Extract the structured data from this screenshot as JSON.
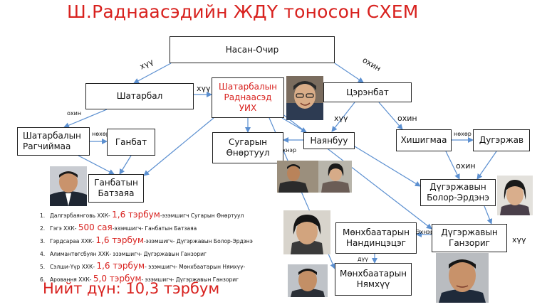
{
  "title": "Ш.Раднаасэдийн ЖДҮ тоносон СХЕМ",
  "nodes": {
    "nasan_ochir": "Насан-Очир",
    "shatarbal": "Шатарбал",
    "raadnaased": "Шатарбалын\nРаднаасэд\nУИХ",
    "tserenbat": "Цэрэнбат",
    "ragchimaa": "Шатарбалын\nРагчиймаа",
    "ganbat": "Ганбат",
    "batzaya": "Ганбатын\nБатзаяа",
    "ununtuul": "Сугарын\nӨнөртуул",
    "nyanbuu": "Наянбуу",
    "khishigmaa": "Хишигмаа",
    "dugerjav": "Дугэржав",
    "bolor_erdene": "Дүгэржавын\nБолор-Эрдэнэ",
    "nandintsetseg": "Мөнхбаатарын\nНандинцэцэг",
    "ganzorig": "Дүгэржавын\nГанзориг",
    "nyamkhuu": "Мөнхбаатарын\nНямхүү"
  },
  "edge_labels": {
    "khuu_1": "хүү",
    "okhin_1": "охин",
    "khuu_2": "хүү",
    "okhin_2": "охин",
    "nukhur_1": "нөхөр",
    "khuu_3": "хүү",
    "okhin_3": "охин",
    "nukhur_2": "нөхөр",
    "ekhner_1": "Эхнэр",
    "okhin_4": "охин",
    "ekhner_2": "Эхнэр",
    "khuu_4": "хүү",
    "duu": "дүү"
  },
  "notes": [
    {
      "num": "1.",
      "pre": "Далгэрбаянговь ХХК- ",
      "amount": "1,6 тэрбум",
      "post": "-эзэмшигч Сугарын Өнөртуул"
    },
    {
      "num": "2.",
      "pre": "Гэгэ ХХК- ",
      "amount": "500 сая",
      "post": "-эзэмшигч- Ганбатын Батзаяа"
    },
    {
      "num": "3.",
      "pre": "Гэрдсараа ХХК- ",
      "amount": "1,6 тэрбум",
      "post": "-эзэмшигч- Дүгэржавын Болор-Эрдэнэ"
    },
    {
      "num": "4.",
      "pre": "Алимантөгсбуян ХХК- эзэмшигч- Дүгэржавын Ганзориг",
      "amount": "",
      "post": ""
    },
    {
      "num": "5.",
      "pre": "Сэлши-Үүр ХХК- ",
      "amount": "1,6 тэрбум",
      "post": "- эзэмшигч- Мөнхбаатарын Нямхүү-"
    },
    {
      "num": "6.",
      "pre": "Аровання ХХК- ",
      "amount": "5,0 тэрбум",
      "post": "- эзэмшигч- Дүгэржавын Ганзориг"
    }
  ],
  "total": "Нийт дүн: 10,3 тэрбум",
  "colors": {
    "accent_red": "#d8211e",
    "edge_blue": "#5b8fd0",
    "border": "#222222"
  }
}
